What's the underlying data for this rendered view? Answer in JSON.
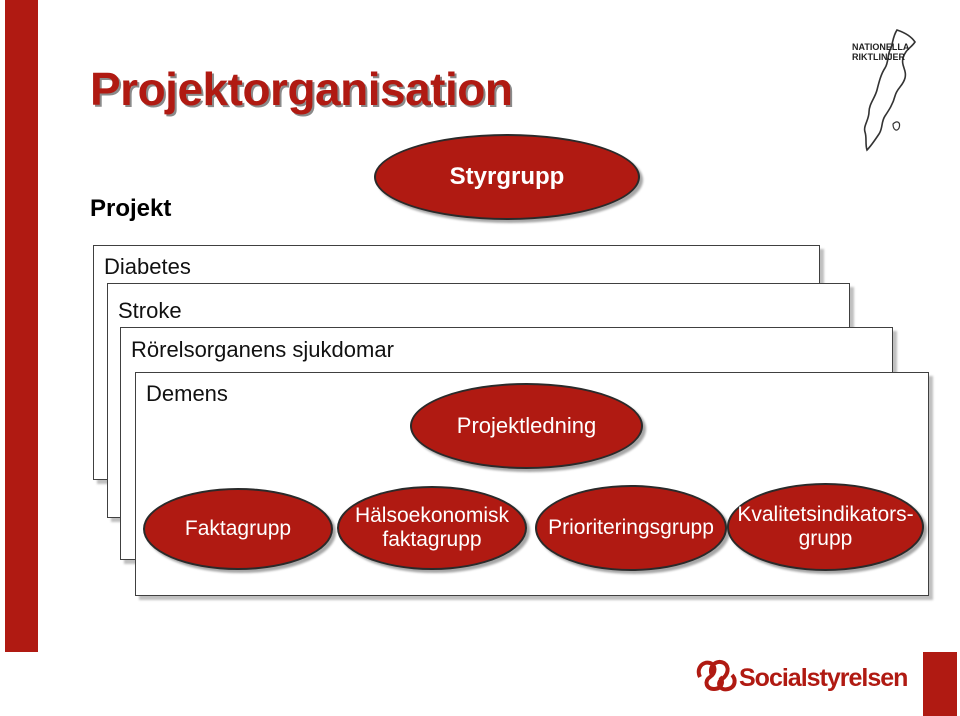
{
  "title": "Projektorganisation",
  "project_label": "Projekt",
  "steering_group": "Styrgrupp",
  "project_layers": [
    "Diabetes",
    "Stroke",
    "Rörelsorganens sjukdomar",
    "Demens"
  ],
  "project_management": "Projektledning",
  "groups": [
    "Faktagrupp",
    "Hälsoekonomisk\nfaktagrupp",
    "Prioriteringsgrupp",
    "Kvalitetsindikators-\ngrupp"
  ],
  "logo_nationella": {
    "line1": "NATIONELLA",
    "line2": "RIKTLINJER"
  },
  "logo_socialstyrelsen": "Socialstyrelsen",
  "colors": {
    "accent_red": "#b01a12"
  }
}
